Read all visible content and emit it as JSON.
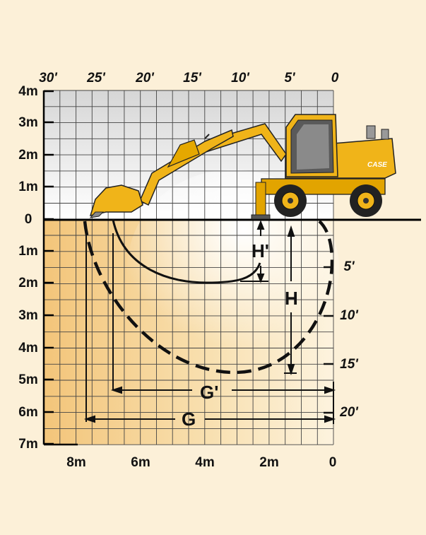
{
  "top_feet_labels": [
    "30'",
    "25'",
    "20'",
    "15'",
    "10'",
    "5'",
    "0"
  ],
  "left_meter_labels": [
    "4m",
    "3m",
    "2m",
    "1m",
    "0",
    "1m",
    "2m",
    "3m",
    "4m",
    "5m",
    "6m",
    "7m"
  ],
  "bottom_meter_labels": [
    "8m",
    "6m",
    "4m",
    "2m",
    "0"
  ],
  "right_feet_labels": [
    "5'",
    "10'",
    "15'",
    "20'"
  ],
  "dimensions": {
    "h_prime": "H'",
    "h": "H",
    "g_prime": "G'",
    "g": "G"
  },
  "machine": {
    "brand": "CASE",
    "color": "#f0b419"
  },
  "colors": {
    "background": "#fcf0d8",
    "above_ground": "#dcdcdc",
    "below_ground": "#f5c97d",
    "grid": "#333333"
  }
}
